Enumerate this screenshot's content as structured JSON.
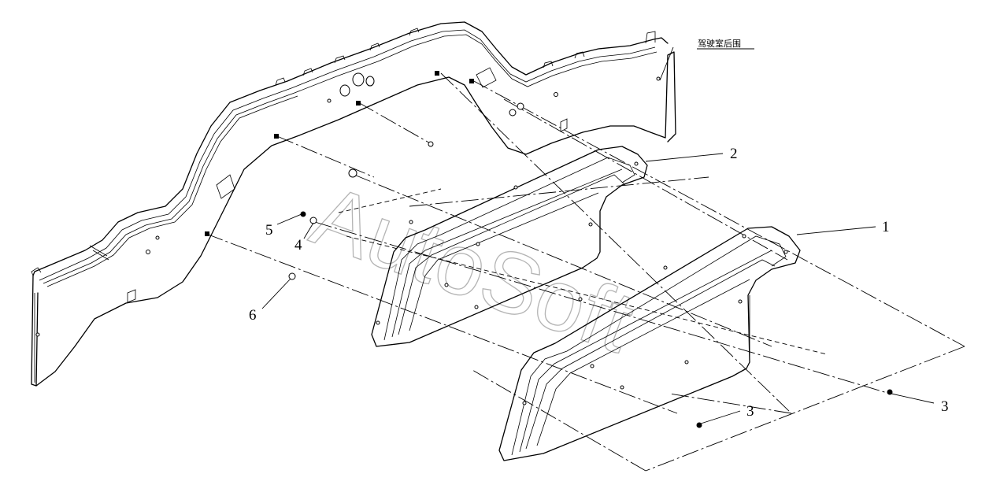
{
  "diagram": {
    "part_label": "驾驶室后围",
    "callouts": [
      "1",
      "2",
      "3",
      "3",
      "4",
      "5",
      "6"
    ],
    "watermark": "AutoSoft"
  }
}
